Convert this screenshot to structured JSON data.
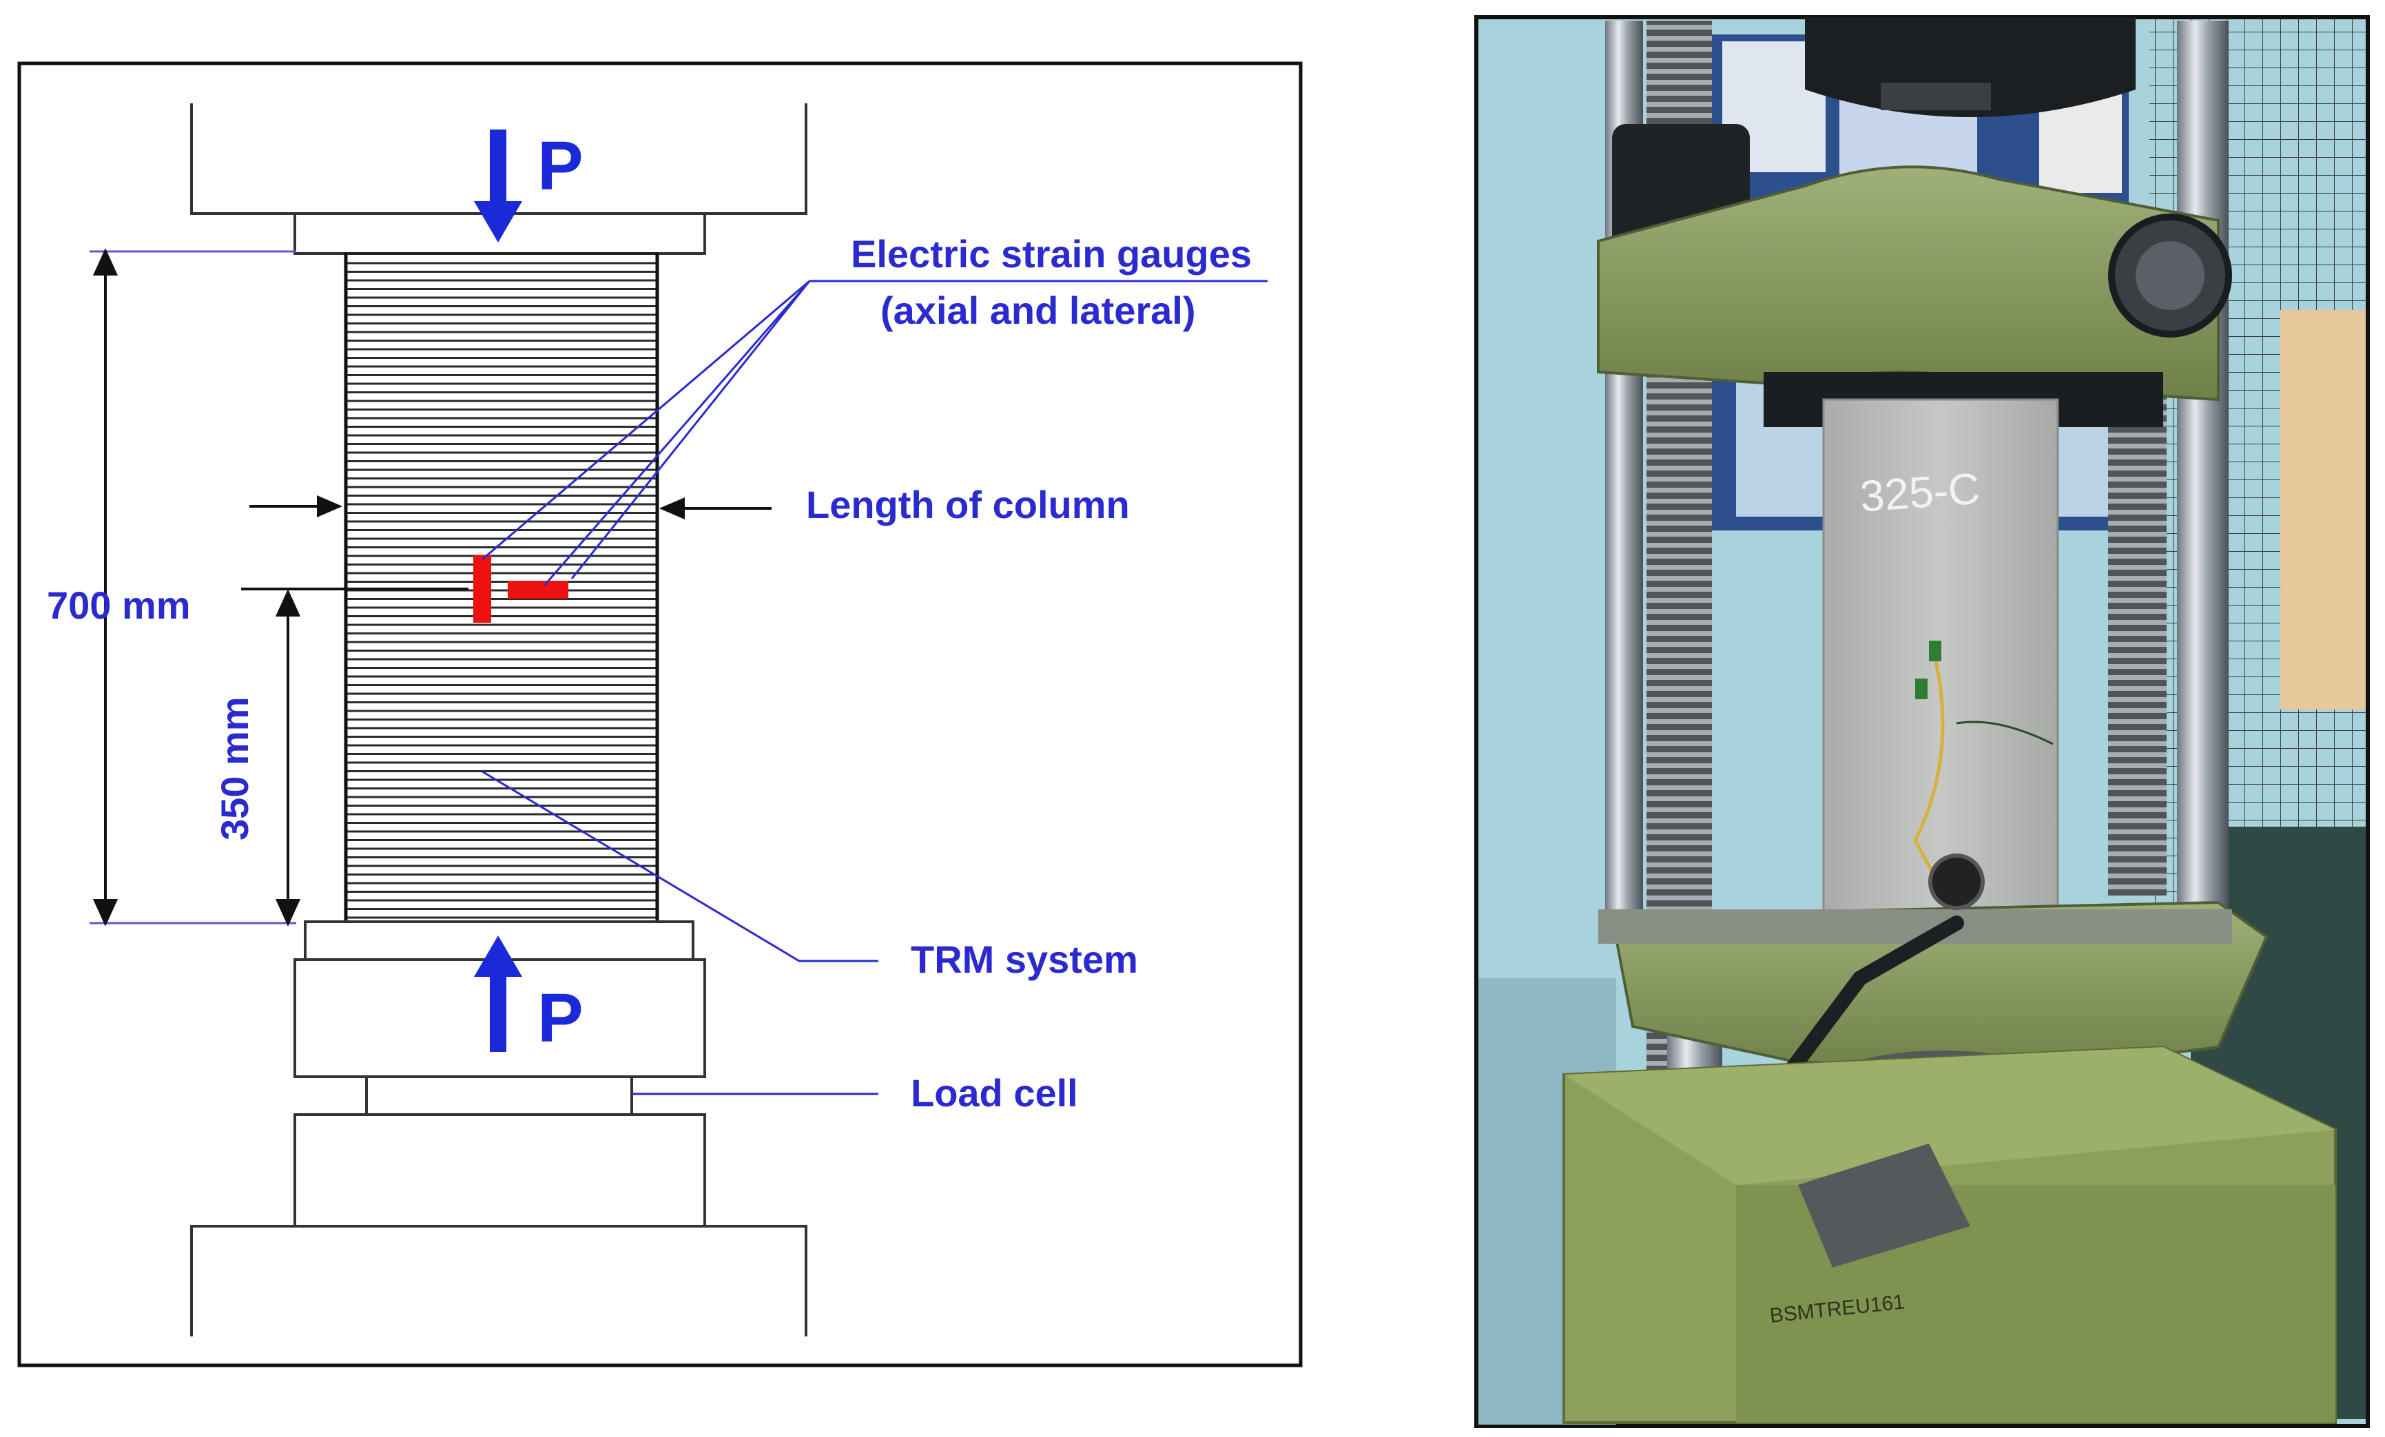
{
  "diagram": {
    "load_label_top": "P",
    "load_label_bottom": "P",
    "strain_gauges_line1": "Electric strain gauges",
    "strain_gauges_line2": "(axial and lateral)",
    "length_of_column": "Length of column",
    "dim_700": "700 mm",
    "dim_350": "350 mm",
    "trm_system": "TRM system",
    "load_cell": "Load cell",
    "colors": {
      "label": "#2a2ad0",
      "arrow": "#1a2ad8",
      "gauge": "#ee1111",
      "outline": "#222222"
    }
  },
  "photo": {
    "specimen_marking": "325-C",
    "machine_plate_text": "BSMTREU161"
  }
}
